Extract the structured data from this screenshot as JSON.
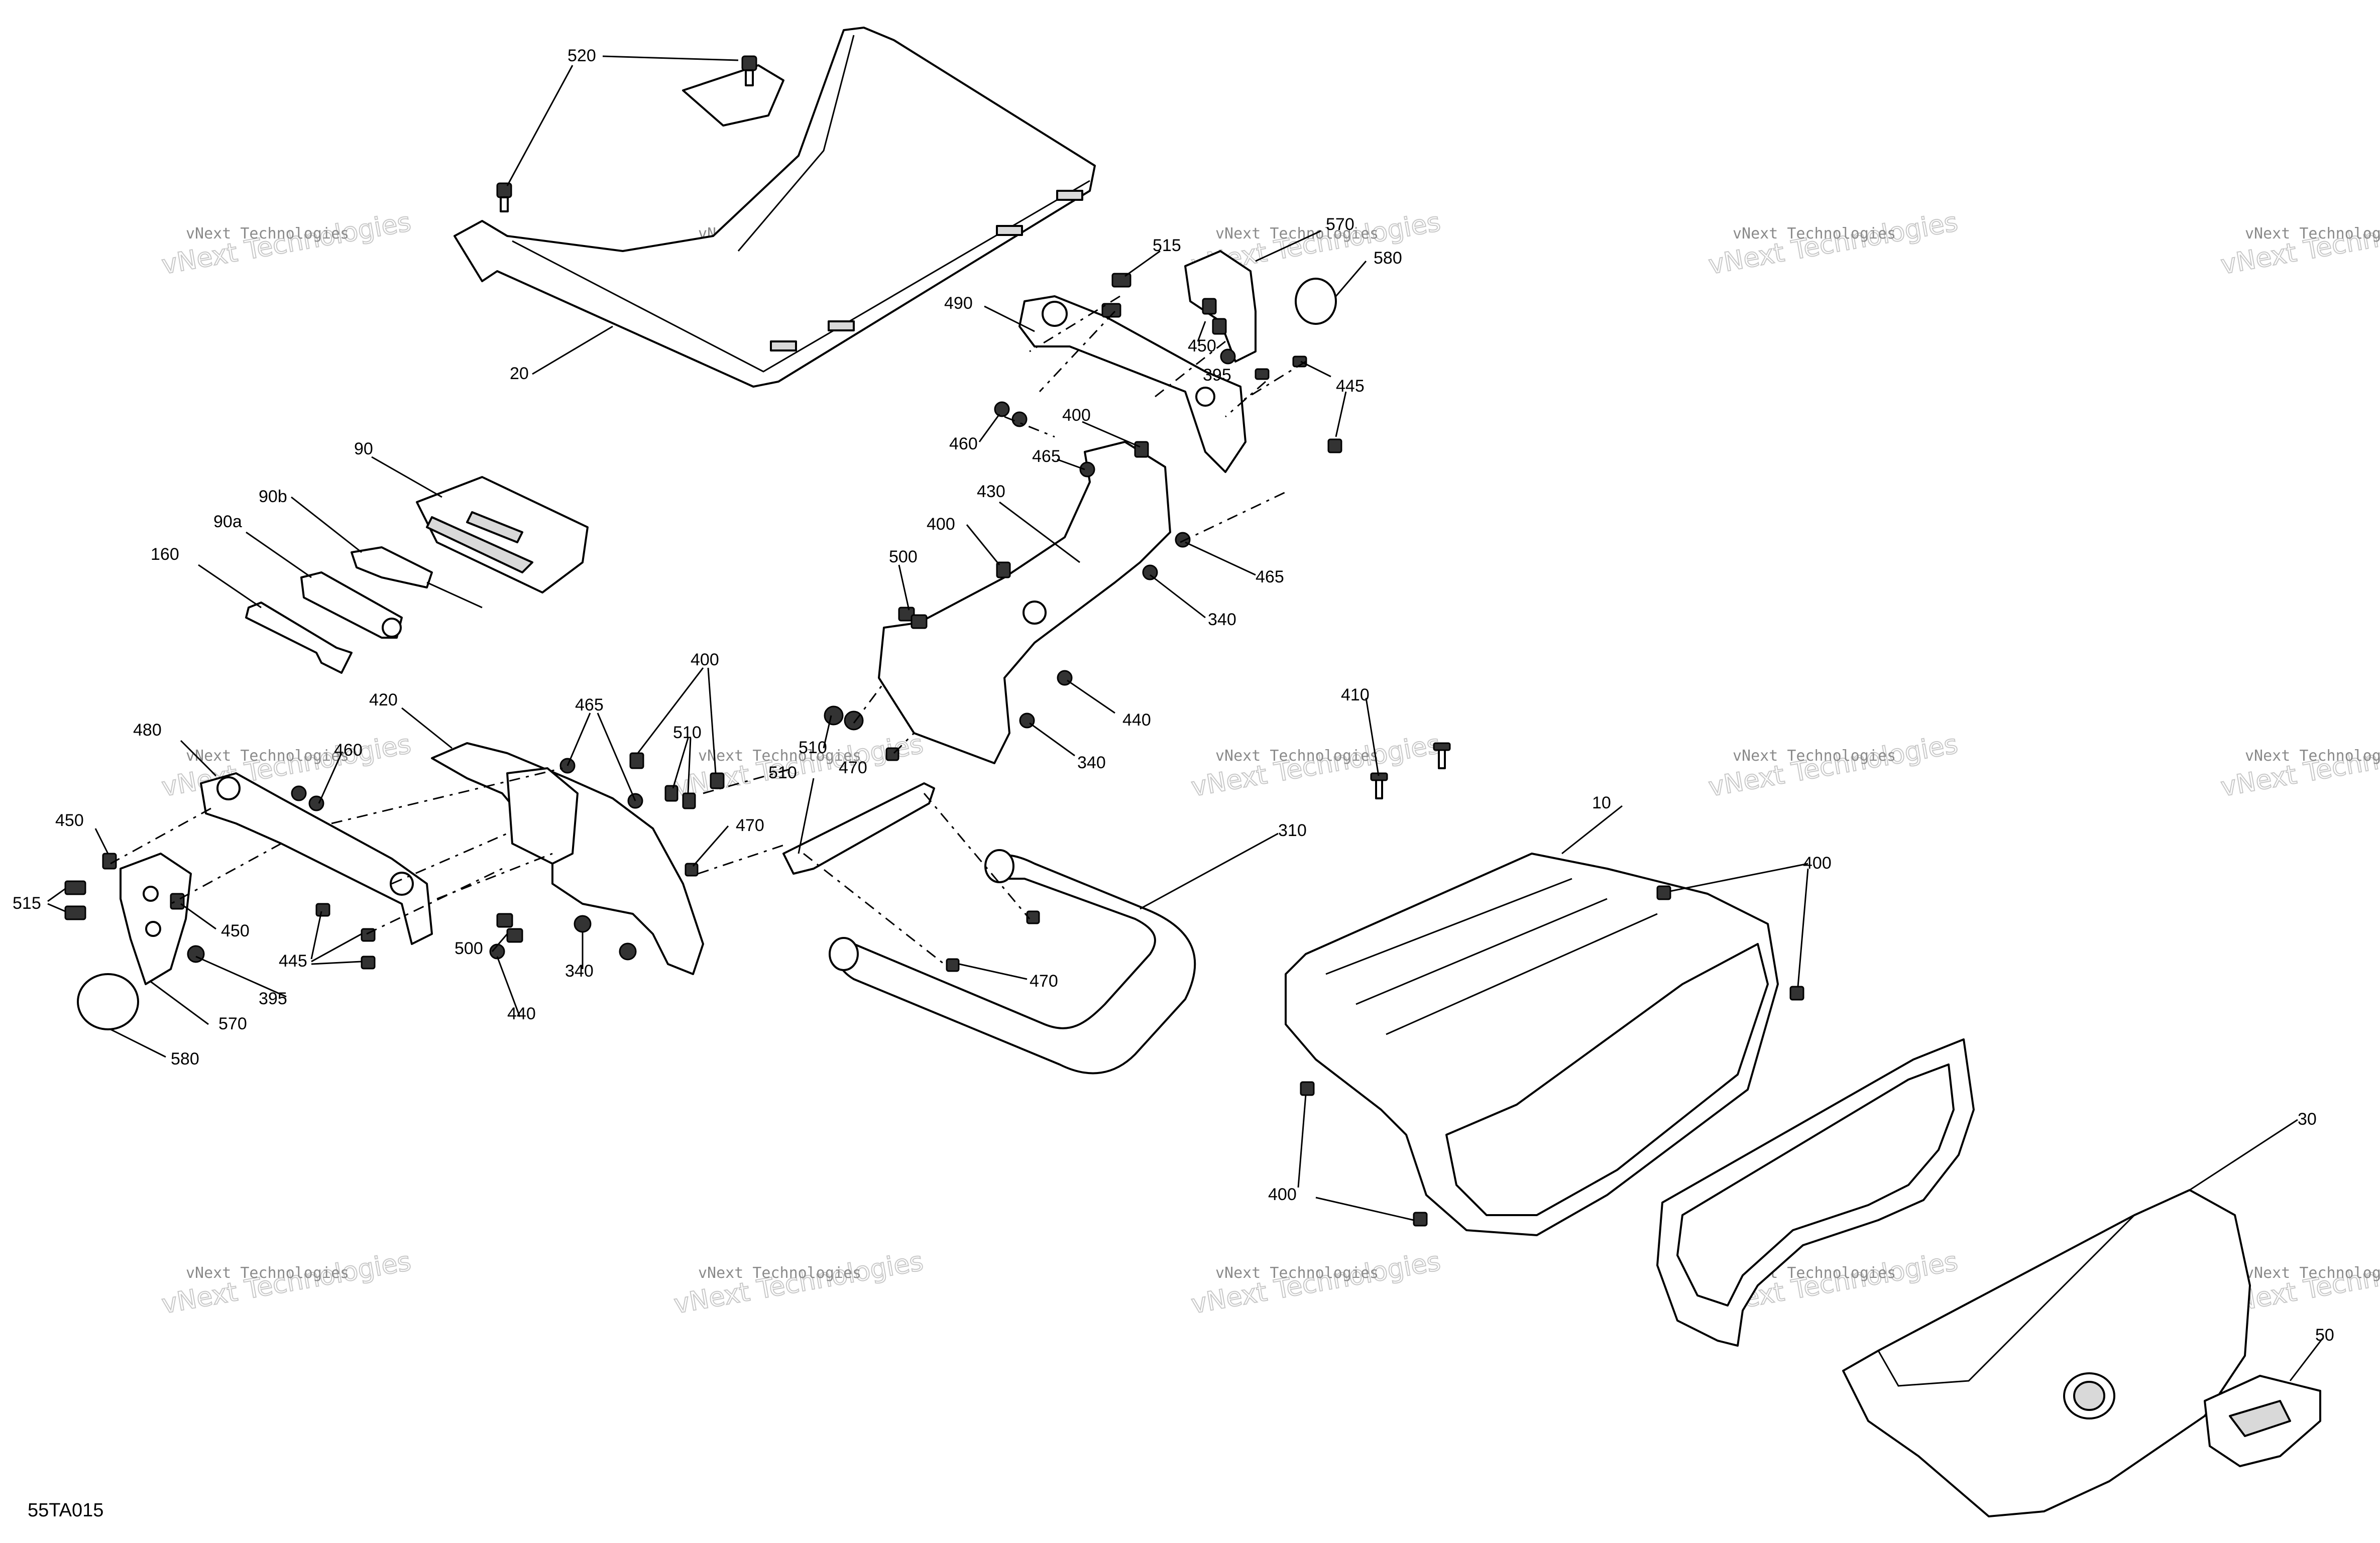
{
  "diagram_id": "55TA015",
  "watermark": {
    "line1": "vNext Technologies",
    "line2": "vNext Technologies"
  },
  "callouts": [
    "520",
    "20",
    "515",
    "570",
    "580",
    "490",
    "450",
    "395",
    "445",
    "460",
    "400",
    "465",
    "430",
    "90",
    "90b",
    "90a",
    "160",
    "500",
    "340",
    "440",
    "410",
    "480",
    "420",
    "510",
    "470",
    "10",
    "310",
    "30",
    "50"
  ]
}
